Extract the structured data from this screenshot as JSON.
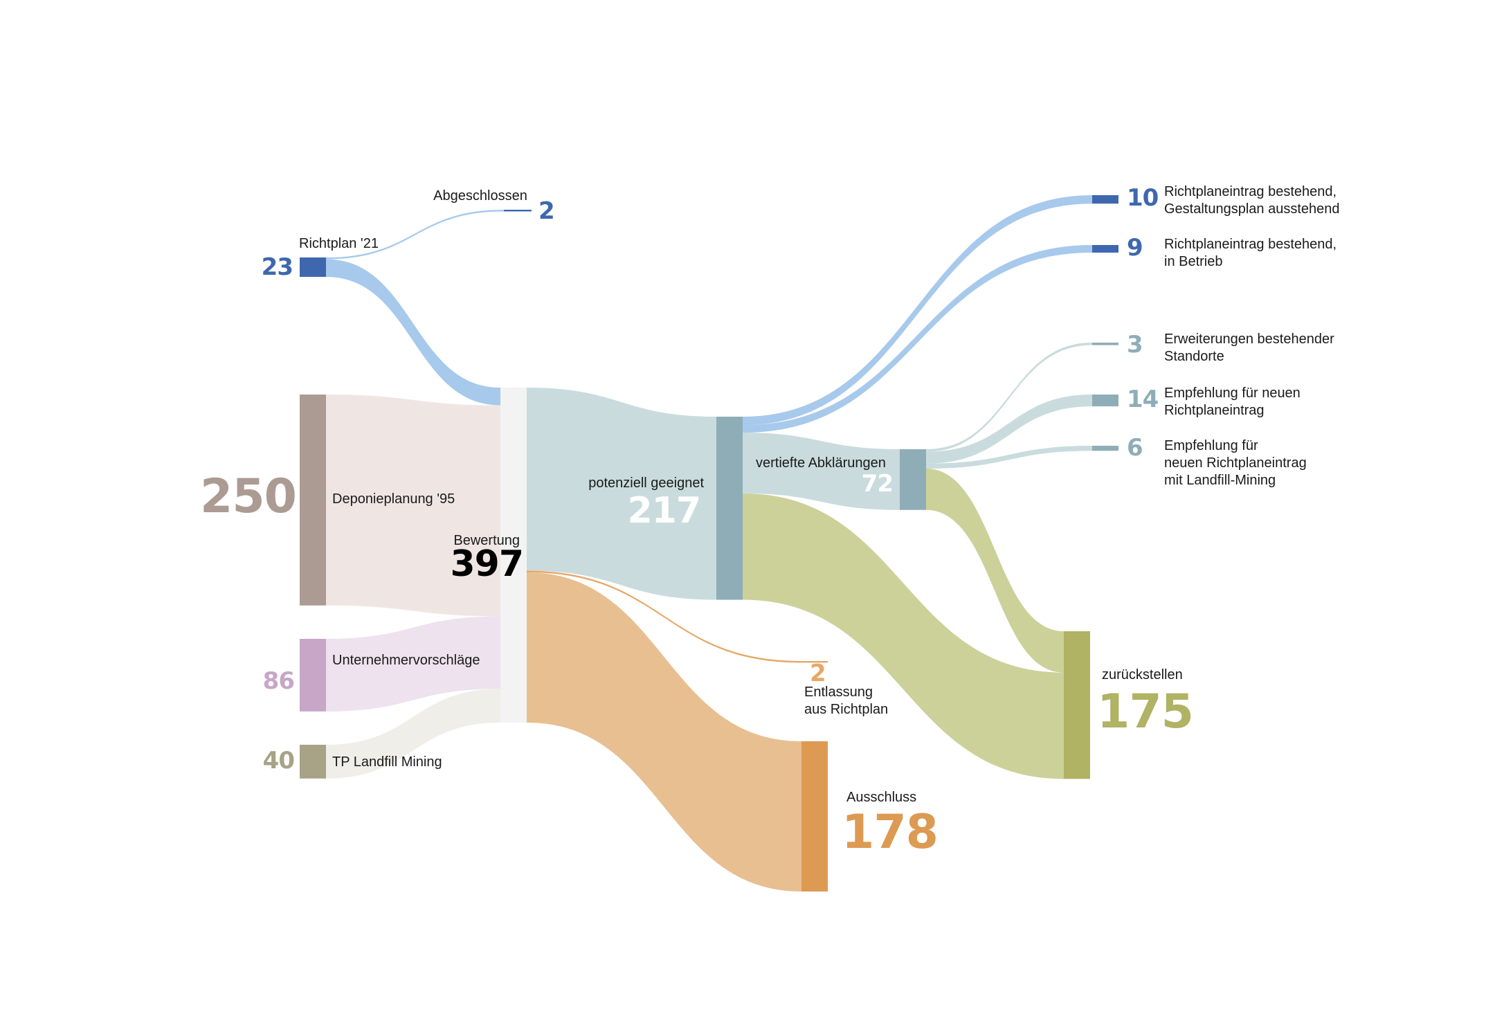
{
  "colors": {
    "richtplan": "#3e67ae",
    "richtplan_flow": "#a7c9eb",
    "deponie": "#ac9b93",
    "deponie_flow": "#efe6e3",
    "unternehmer": "#c7a6c8",
    "unternehmer_flow": "#ede2ee",
    "landfill": "#a8a286",
    "landfill_flow": "#f0eee8",
    "bewertung": "#f3f3f3",
    "geeignet": "#8fadb7",
    "geeignet_flow": "#c9dbdd",
    "ausschluss": "#dc9a52",
    "ausschluss_flow": "#e8bf91",
    "zurueck": "#b0b264",
    "zurueck_flow": "#ccd19a",
    "entlassung": "#e6a868",
    "value_dark": "#000000",
    "value_white": "#ffffff"
  },
  "chart_data": {
    "type": "sankey",
    "nodes": [
      {
        "id": "richtplan21",
        "label": "Richtplan '21",
        "value": 23
      },
      {
        "id": "abgeschlossen",
        "label": "Abgeschlossen",
        "value": 2
      },
      {
        "id": "deponie95",
        "label": "Deponieplanung '95",
        "value": 250
      },
      {
        "id": "unternehmer",
        "label": "Unternehmervorschläge",
        "value": 86
      },
      {
        "id": "landfill",
        "label": "TP Landfill Mining",
        "value": 40
      },
      {
        "id": "bewertung",
        "label": "Bewertung",
        "value": 397
      },
      {
        "id": "geeignet",
        "label": "potenziell geeignet",
        "value": 217
      },
      {
        "id": "entlassung",
        "label": [
          "Entlassung",
          "aus Richtplan"
        ],
        "value": 2
      },
      {
        "id": "ausschluss",
        "label": "Ausschluss",
        "value": 178
      },
      {
        "id": "vertiefte",
        "label": "vertiefte Abklärungen",
        "value": 72
      },
      {
        "id": "rp_gestaltung",
        "label": [
          "Richtplaneintrag bestehend,",
          "Gestaltungsplan ausstehend"
        ],
        "value": 10
      },
      {
        "id": "rp_betrieb",
        "label": [
          "Richtplaneintrag bestehend,",
          "in Betrieb"
        ],
        "value": 9
      },
      {
        "id": "erweiterungen",
        "label": [
          "Erweiterungen bestehender",
          "Standorte"
        ],
        "value": 3
      },
      {
        "id": "empf_neu",
        "label": [
          "Empfehlung für neuen",
          "Richtplaneintrag"
        ],
        "value": 14
      },
      {
        "id": "empf_landfill",
        "label": [
          "Empfehlung für",
          "neuen Richtplaneintrag",
          "mit Landfill-Mining"
        ],
        "value": 6
      },
      {
        "id": "zurueck",
        "label": "zurückstellen",
        "value": 175
      }
    ],
    "links": [
      {
        "source": "richtplan21",
        "target": "abgeschlossen",
        "value": 2
      },
      {
        "source": "richtplan21",
        "target": "bewertung",
        "value": 21
      },
      {
        "source": "deponie95",
        "target": "bewertung",
        "value": 250
      },
      {
        "source": "unternehmer",
        "target": "bewertung",
        "value": 86
      },
      {
        "source": "landfill",
        "target": "bewertung",
        "value": 40
      },
      {
        "source": "bewertung",
        "target": "geeignet",
        "value": 217
      },
      {
        "source": "bewertung",
        "target": "entlassung",
        "value": 2
      },
      {
        "source": "bewertung",
        "target": "ausschluss",
        "value": 178
      },
      {
        "source": "geeignet",
        "target": "rp_gestaltung",
        "value": 10
      },
      {
        "source": "geeignet",
        "target": "rp_betrieb",
        "value": 9
      },
      {
        "source": "geeignet",
        "target": "vertiefte",
        "value": 72
      },
      {
        "source": "geeignet",
        "target": "zurueck",
        "value": 126
      },
      {
        "source": "vertiefte",
        "target": "erweiterungen",
        "value": 3
      },
      {
        "source": "vertiefte",
        "target": "empf_neu",
        "value": 14
      },
      {
        "source": "vertiefte",
        "target": "empf_landfill",
        "value": 6
      },
      {
        "source": "vertiefte",
        "target": "zurueck",
        "value": 49
      }
    ]
  }
}
